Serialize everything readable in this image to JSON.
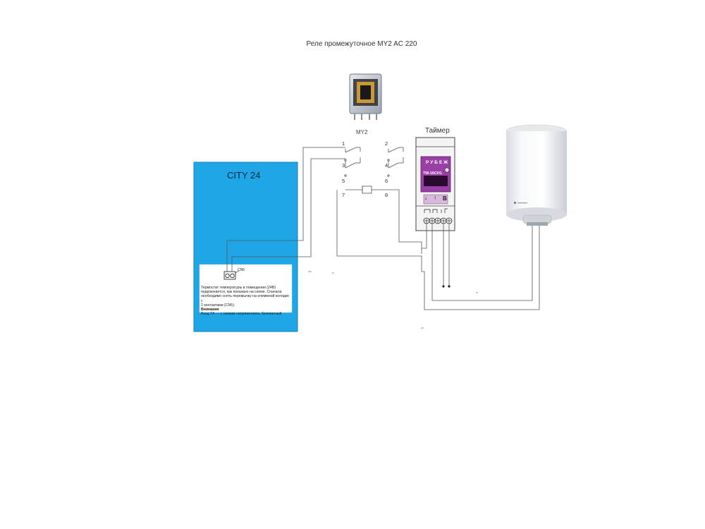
{
  "title": "Реле промежуточное MY2 AC 220",
  "relay": {
    "name": "MY2",
    "pins": [
      "1",
      "2",
      "3",
      "4",
      "5",
      "6",
      "7",
      "8"
    ]
  },
  "timer": {
    "label": "Таймер",
    "brand_display": "РУБЕЖ",
    "model": "ТМ-16СН1",
    "buttons": [
      "↓",
      "↑",
      "В"
    ]
  },
  "boiler": {
    "name": "CITY 24",
    "connector": "CN5",
    "note_lines": [
      "Термостат температуры в помещении (24В)",
      "подключается, как показано на схеме. Сначала",
      "необходимо снять перемычку на клеммной колодке с",
      "2 контактами (CN5)."
    ],
    "warning_title": "Внимание",
    "warning_text": "Вход ТА — с низким напряжением, безопасный"
  },
  "colors": {
    "boiler_panel": "#1ea6e6",
    "wire": "#555555",
    "timer_body": "#f4f4f4",
    "timer_screen": "#9a3fa6"
  }
}
